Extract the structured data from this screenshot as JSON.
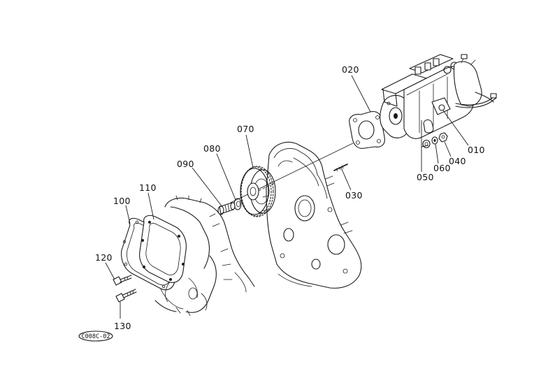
{
  "labels": {
    "p010": "010",
    "p020": "020",
    "p030": "030",
    "p040": "040",
    "p050": "050",
    "p060": "060",
    "p070": "070",
    "p080": "080",
    "p090": "090",
    "p100": "100",
    "p110": "110",
    "p120": "120",
    "p130": "130"
  },
  "diagram_code": "C008C-02"
}
